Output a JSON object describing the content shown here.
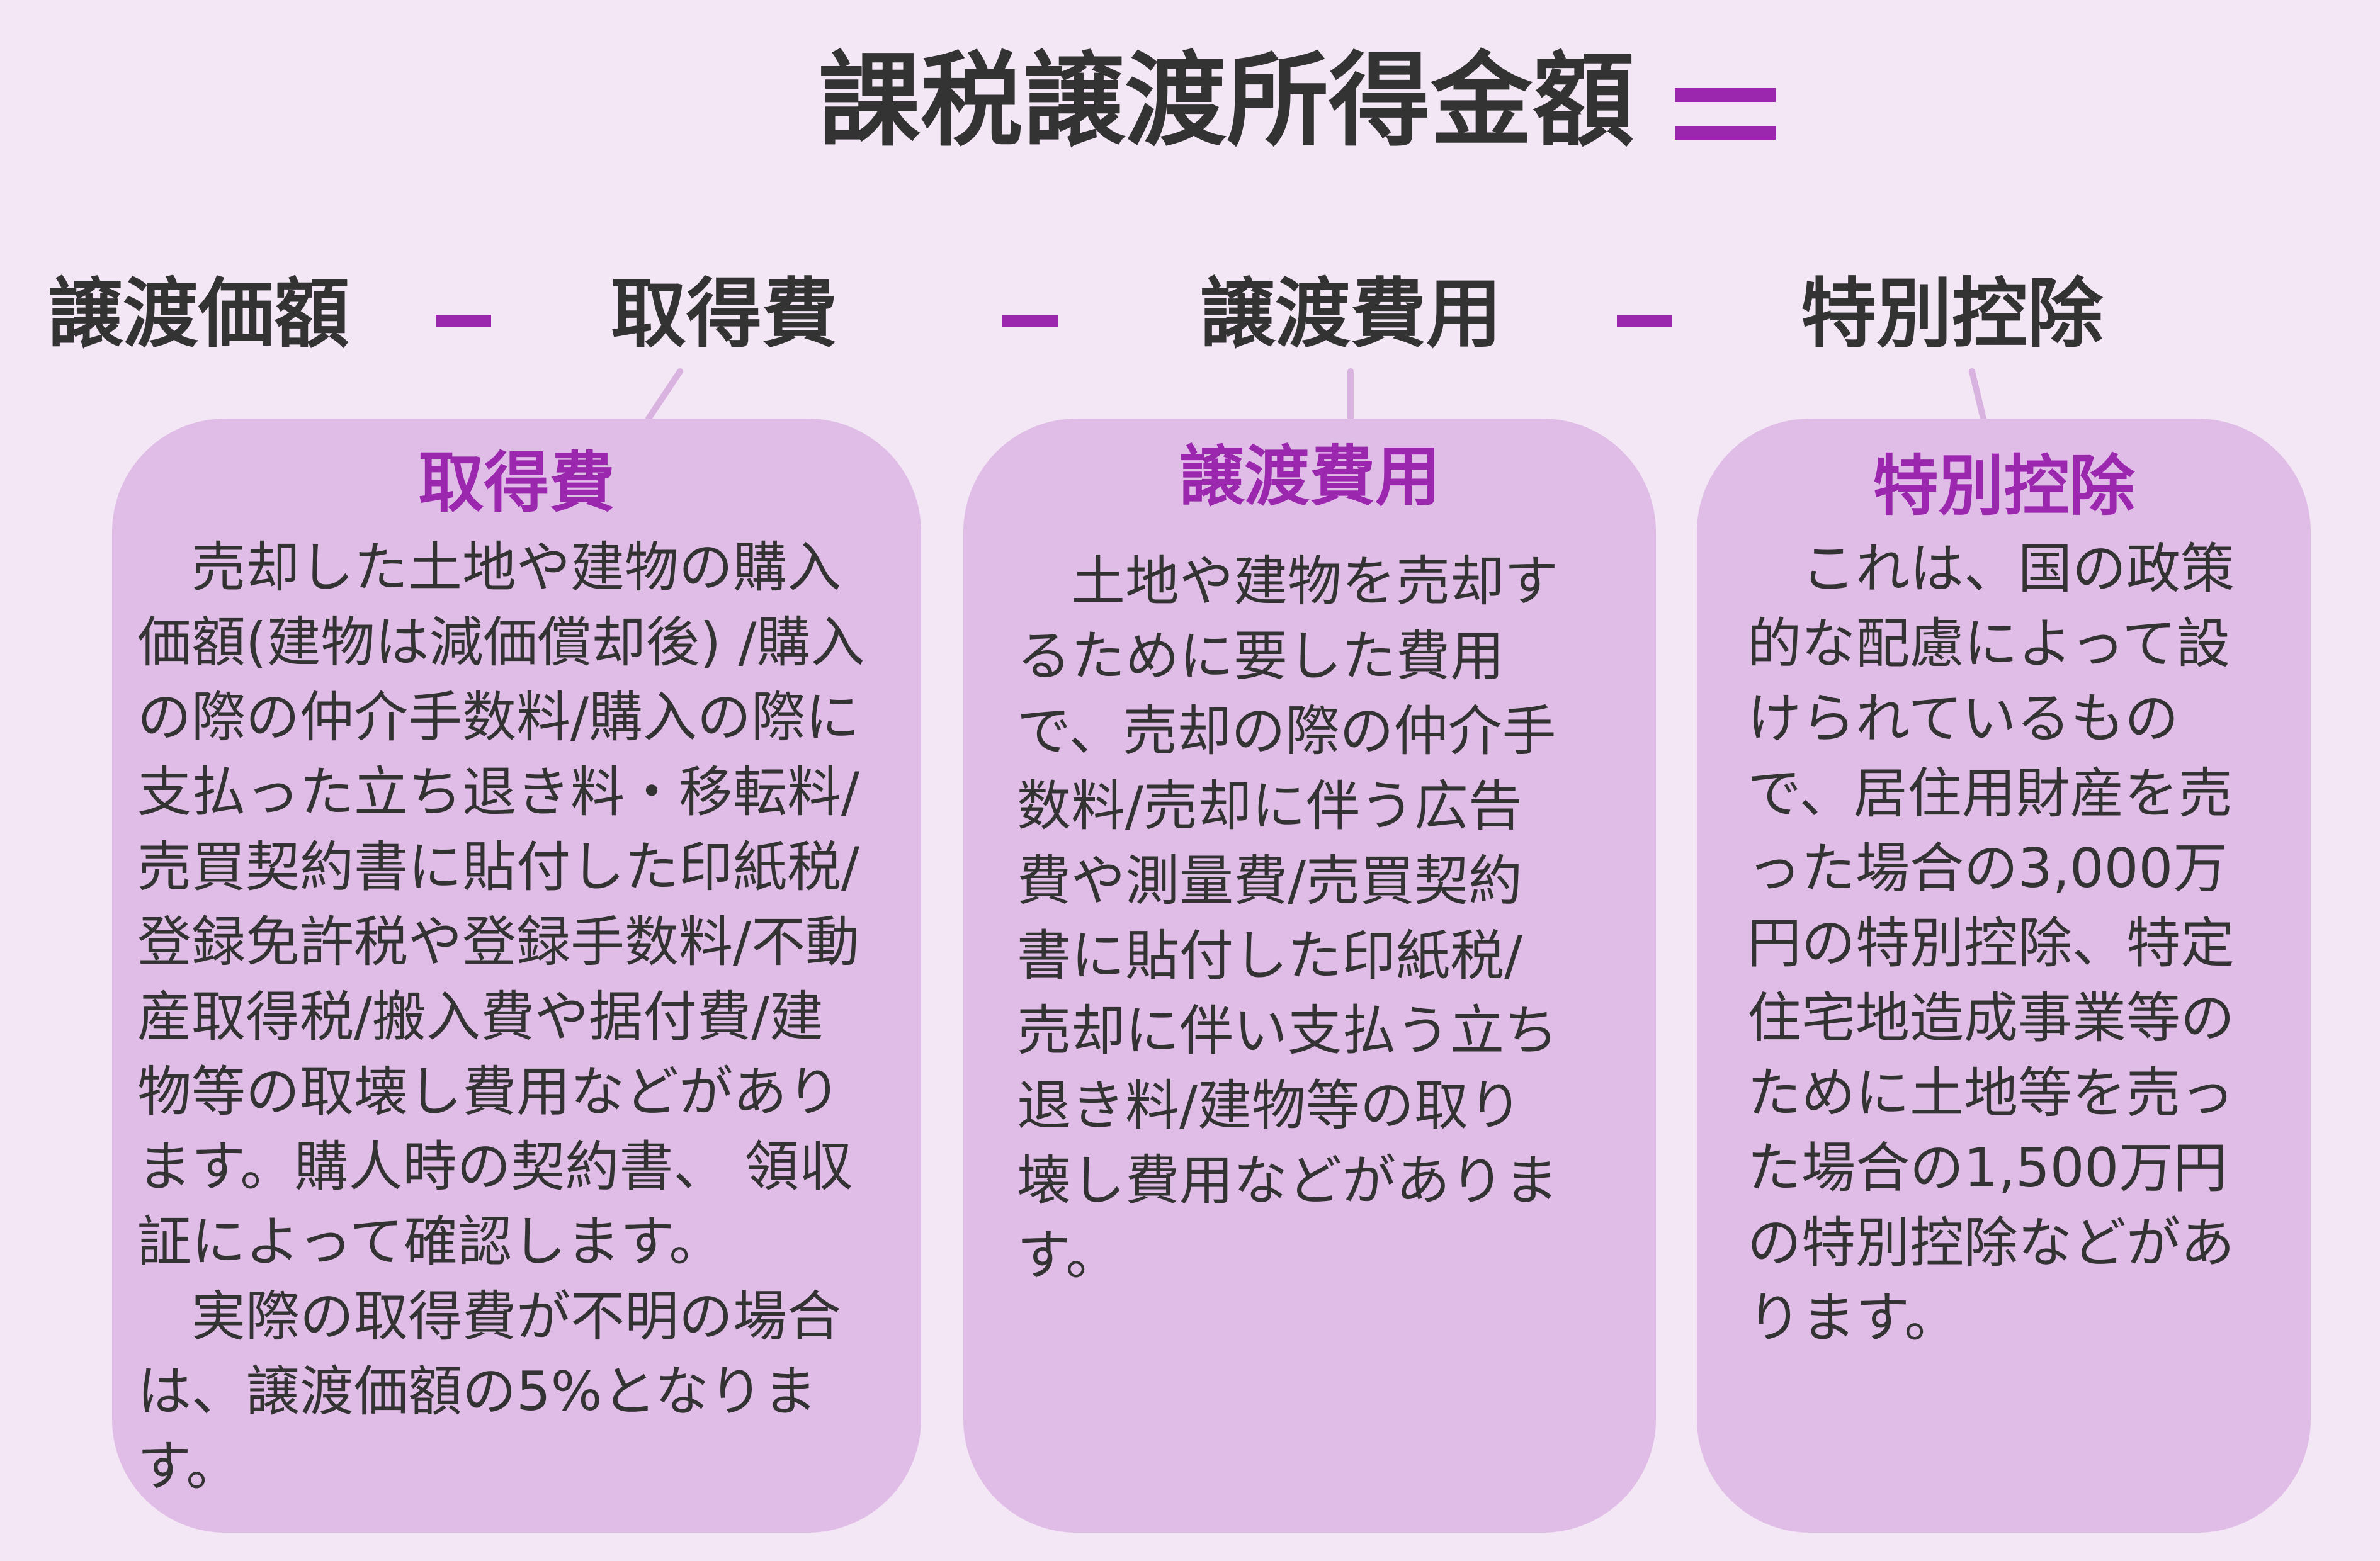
{
  "title": "課税譲渡所得金額",
  "terms": [
    "譲渡価額",
    "取得費",
    "譲渡費用",
    "特別控除"
  ],
  "cards": [
    {
      "title": "取得費",
      "paragraphs": [
        "　売却した土地や建物の購入\n価額(建物は減価償却後) /購入\nの際の仲介手数料/購入の際に\n支払った立ち退き料・移転料/\n売買契約書に貼付した印紙税/\n登録免許税や登録手数料/不動\n産取得税/搬入費や据付費/建\n物等の取壊し費用などがあり\nます。購人時の契約書、 領収\n証によって確認します。",
        "　実際の取得費が不明の場合\nは、譲渡価額の5%となりま\nす。"
      ]
    },
    {
      "title": "譲渡費用",
      "paragraphs": [
        "　土地や建物を売却す\nるために要した費用\nで、売却の際の仲介手\n数料/売却に伴う広告\n費や測量費/売買契約\n書に貼付した印紙税/\n売却に伴い支払う立ち\n退き料/建物等の取り\n壊し費用などがありま\nす。"
      ]
    },
    {
      "title": "特別控除",
      "paragraphs": [
        "　これは、国の政策\n的な配慮によって設\nけられているもの\nで、居住用財産を売\nった場合の3,000万\n円の特別控除、特定\n住宅地造成事業等の\nために土地等を売っ\nた場合の1,500万円\nの特別控除などがあ\nります。"
      ]
    }
  ],
  "colors": {
    "background": "#f3e6f5",
    "accent": "#9b27af",
    "card": "#e0bde6",
    "text": "#333333",
    "connector": "#d9b3df"
  }
}
